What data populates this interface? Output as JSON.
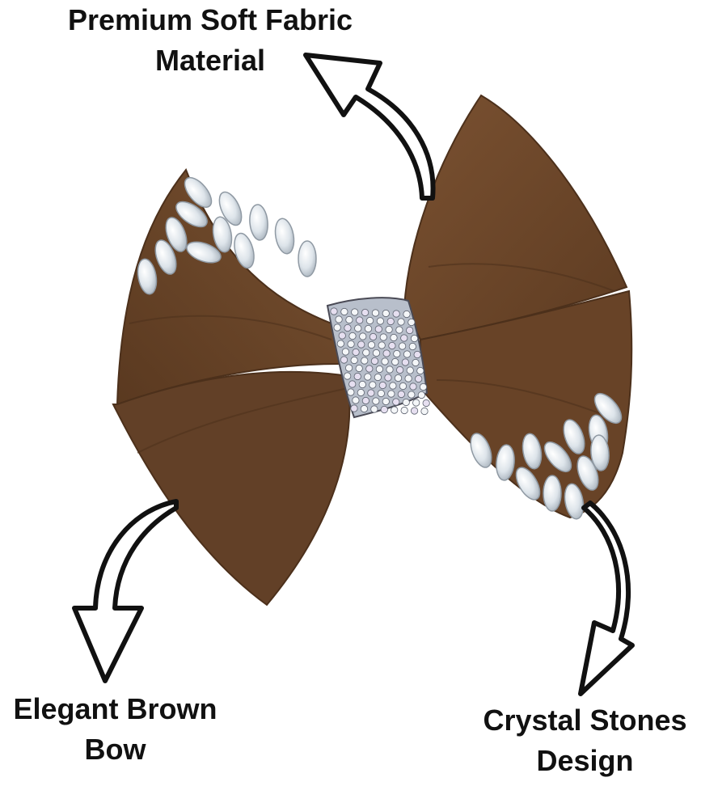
{
  "labels": {
    "top": {
      "line1": "Premium Soft Fabric",
      "line2": "Material"
    },
    "left": {
      "line1": "Elegant Brown",
      "line2": "Bow"
    },
    "right": {
      "line1": "Crystal Stones",
      "line2": "Design"
    }
  },
  "colors": {
    "fabric": "#6b4528",
    "fabric_dark": "#55361f",
    "fabric_light": "#7d5433",
    "crystal": "#e9eef2",
    "knot": "#c9cdd6",
    "arrow": "#111111"
  }
}
